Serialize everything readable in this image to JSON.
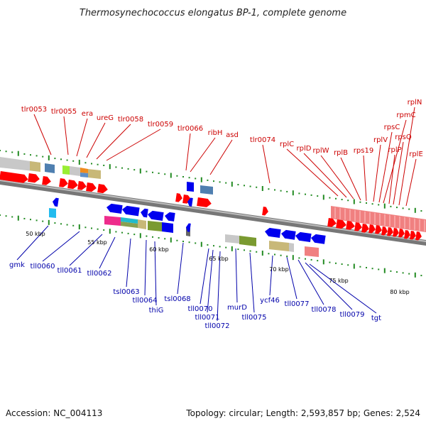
{
  "header": {
    "title": "Thermosynechococcus elongatus BP-1, complete genome"
  },
  "footer": {
    "accession": "Accession: NC_004113",
    "topology": "Topology: circular; Length: 2,593,857 bp; Genes: 2,524"
  },
  "scale": {
    "ticks": [
      "50 kbp",
      "55 kbp",
      "60 kbp",
      "65 kbp",
      "70 kbp",
      "75 kbp",
      "80 kbp"
    ]
  },
  "colors": {
    "forward_gene": "#ff0000",
    "reverse_gene": "#0000ee",
    "rrna_region": "#f08080",
    "forward_label": "#cc0000",
    "reverse_label": "#0000aa",
    "tick_dot": "#228b22",
    "backbone": "#777777"
  },
  "top_labels": [
    "tlr0053",
    "tlr0055",
    "era",
    "ureG",
    "tlr0058",
    "tlr0059",
    "tlr0066",
    "ribH",
    "asd",
    "tlr0074",
    "rplC",
    "rplD",
    "rplW",
    "rplB",
    "rps19",
    "rplV",
    "rpsC",
    "rpmC",
    "rplP",
    "rpsQ",
    "rplE",
    "rplN"
  ],
  "bottom_labels": [
    "gmk",
    "tll0060",
    "tll0061",
    "tll0062",
    "tsl0063",
    "tll0064",
    "thiG",
    "tsl0068",
    "tll0070",
    "tll0071",
    "tll0072",
    "murD",
    "tll0075",
    "ycf46",
    "tll0077",
    "tll0078",
    "tll0079",
    "tgt"
  ]
}
